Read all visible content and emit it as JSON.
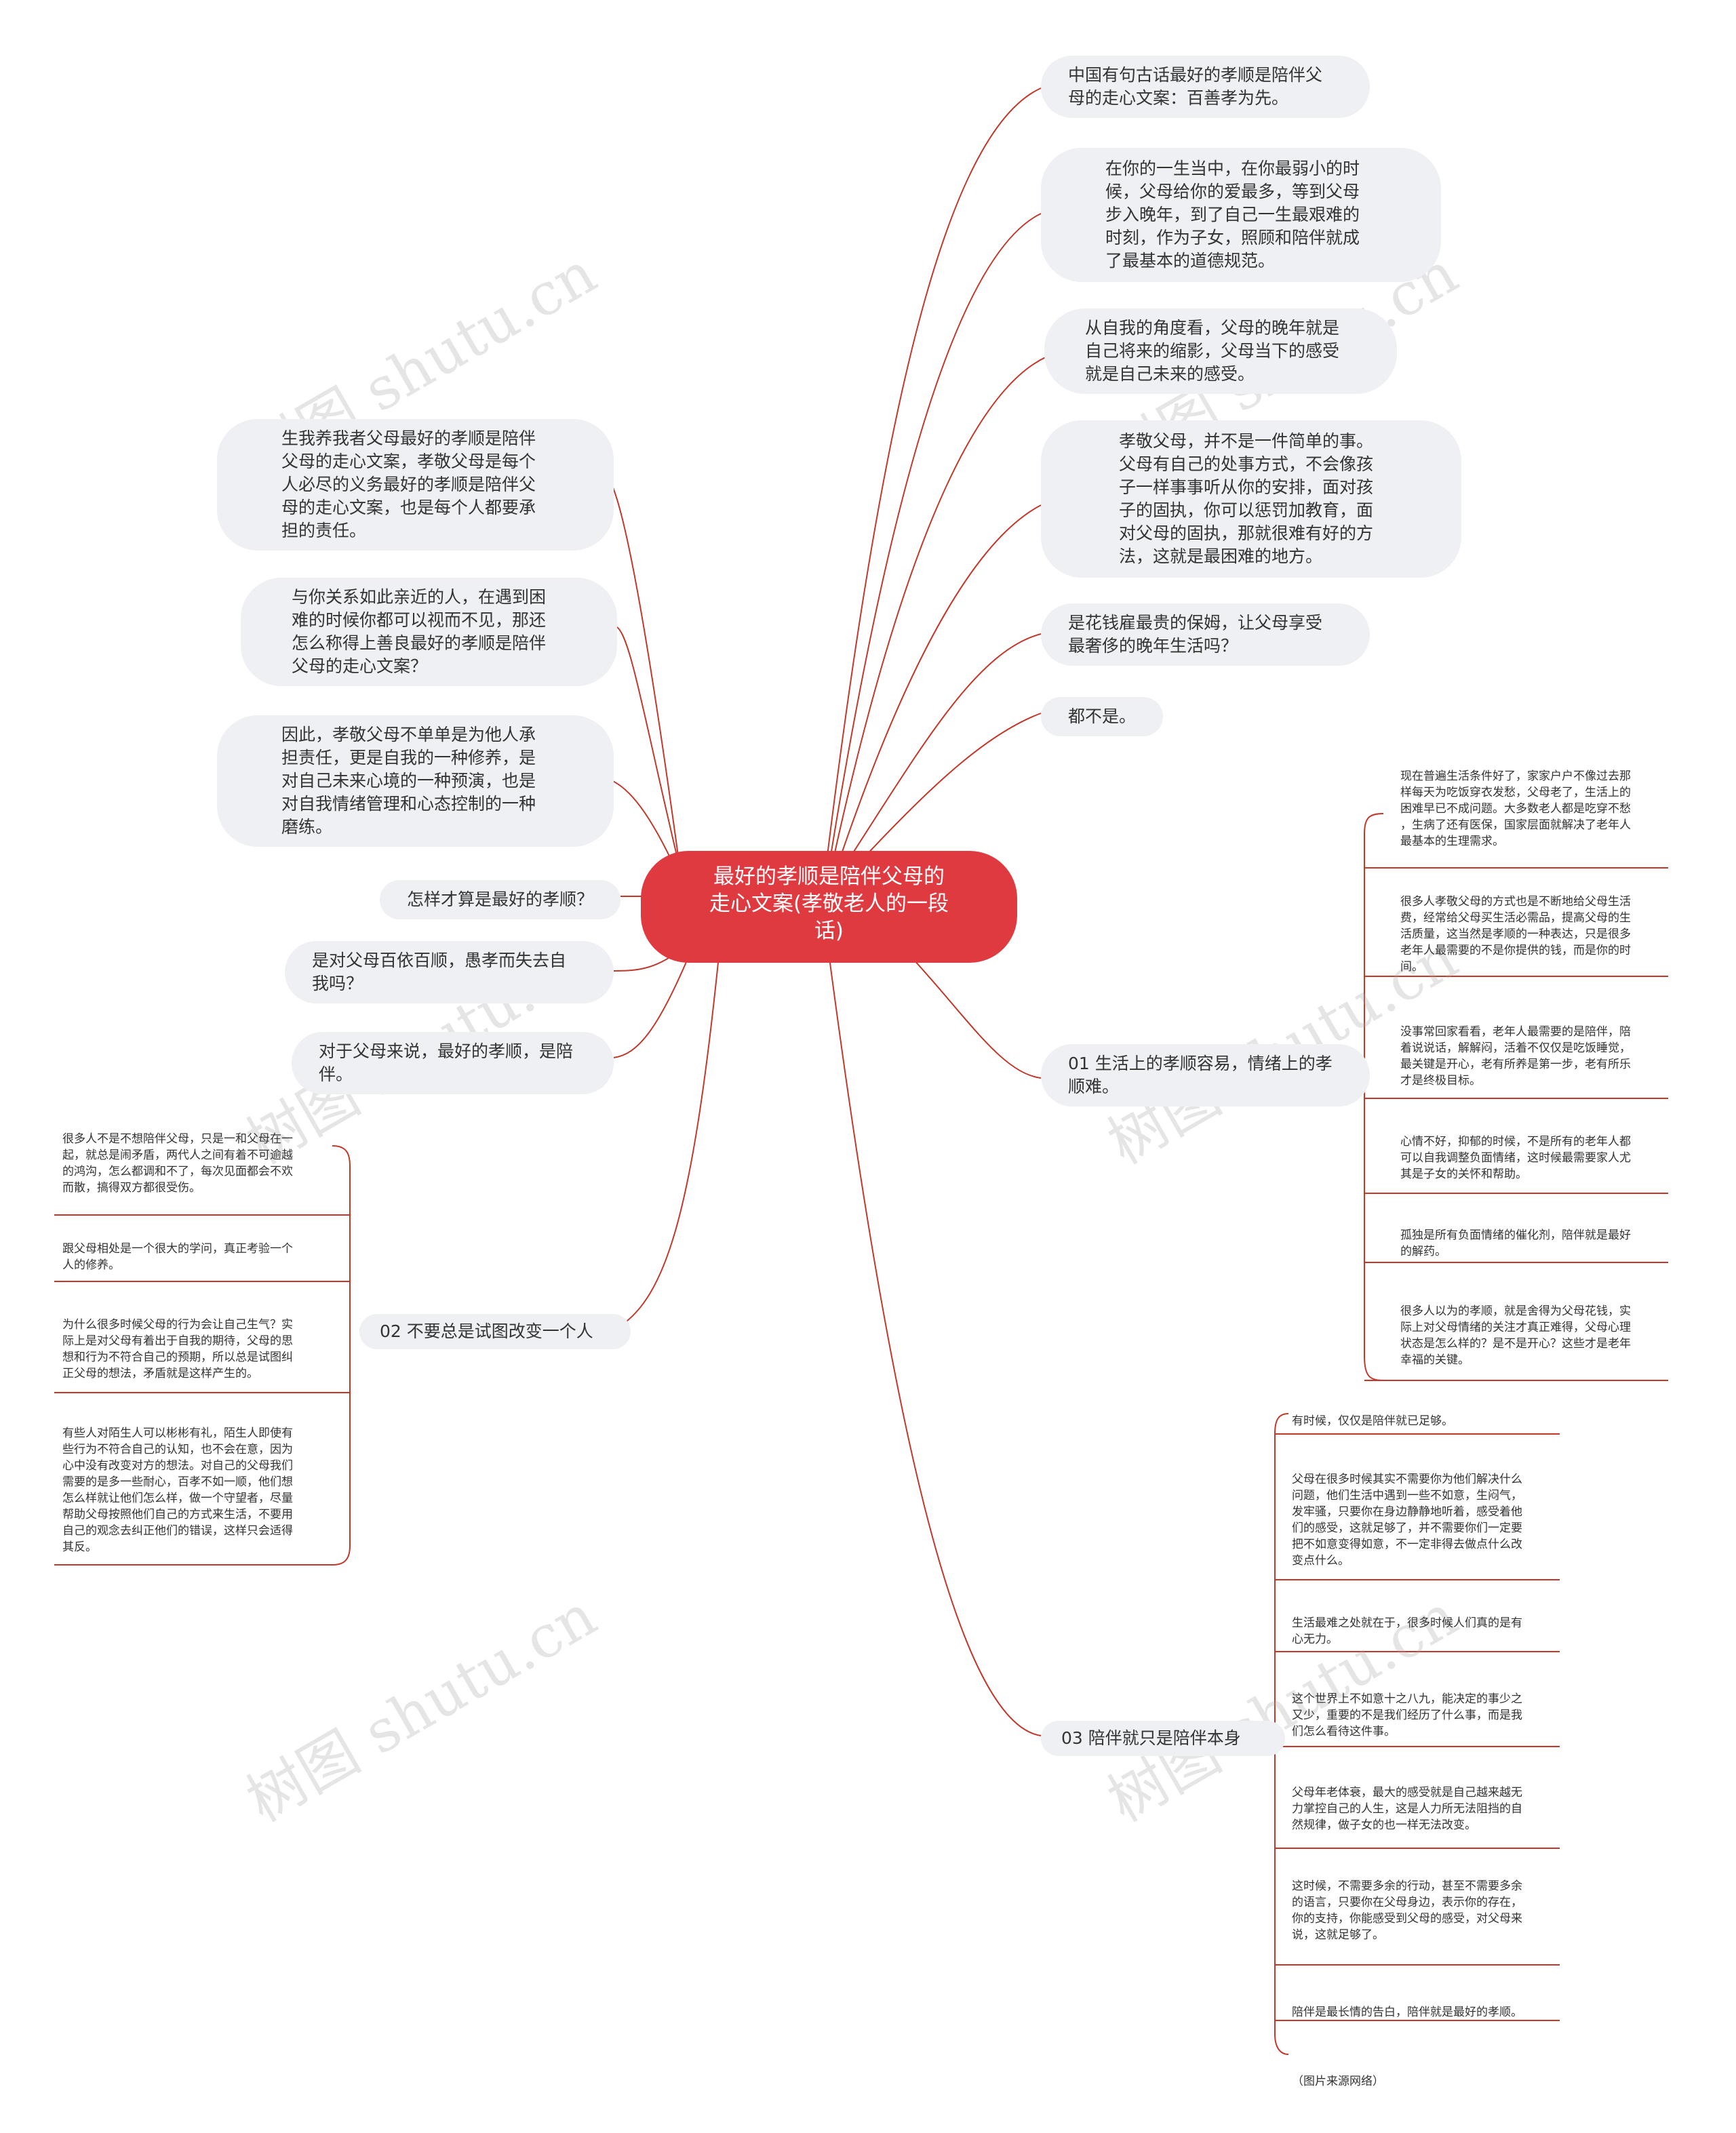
{
  "center": "最好的孝顺是陪伴父母的\n走心文案(孝敬老人的一段\n话)",
  "right_bubbles": [
    "中国有句古话最好的孝顺是陪伴父\n母的走心文案：百善孝为先。",
    "在你的一生当中，在你最弱小的时\n候，父母给你的爱最多，等到父母\n步入晚年，到了自己一生最艰难的\n时刻，作为子女，照顾和陪伴就成\n了最基本的道德规范。",
    "从自我的角度看，父母的晚年就是\n自己将来的缩影，父母当下的感受\n就是自己未来的感受。",
    "孝敬父母，并不是一件简单的事。\n父母有自己的处事方式，不会像孩\n子一样事事听从你的安排，面对孩\n子的固执，你可以惩罚加教育，面\n对父母的固执，那就很难有好的方\n法，这就是最困难的地方。",
    "是花钱雇最贵的保姆，让父母享受\n最奢侈的晚年生活吗？",
    "都不是。"
  ],
  "left_bubbles": [
    "生我养我者父母最好的孝顺是陪伴\n父母的走心文案，孝敬父母是每个\n人必尽的义务最好的孝顺是陪伴父\n母的走心文案，也是每个人都要承\n担的责任。",
    "与你关系如此亲近的人，在遇到困\n难的时候你都可以视而不见，那还\n怎么称得上善良最好的孝顺是陪伴\n父母的走心文案？",
    "因此，孝敬父母不单单是为他人承\n担责任，更是自我的一种修养，是\n对自己未来心境的一种预演，也是\n对自我情绪管理和心态控制的一种\n磨练。",
    "怎样才算是最好的孝顺？",
    "是对父母百依百顺，愚孝而失去自\n我吗？",
    "对于父母来说，最好的孝顺，是陪\n伴。"
  ],
  "section1": {
    "title": "01 生活上的孝顺容易，情绪上的孝\n顺难。",
    "items": [
      "现在普遍生活条件好了，家家户户不像过去那\n样每天为吃饭穿衣发愁，父母老了，生活上的\n困难早已不成问题。大多数老人都是吃穿不愁\n，生病了还有医保，国家层面就解决了老年人\n最基本的生理需求。",
      "很多人孝敬父母的方式也是不断地给父母生活\n费，经常给父母买生活必需品，提高父母的生\n活质量，这当然是孝顺的一种表达，只是很多\n老年人最需要的不是你提供的钱，而是你的时\n间。",
      "没事常回家看看，老年人最需要的是陪伴，陪\n着说说话，解解闷，活着不仅仅是吃饭睡觉，\n最关键是开心，老有所养是第一步，老有所乐\n才是终极目标。",
      "心情不好，抑郁的时候，不是所有的老年人都\n可以自我调整负面情绪，这时候最需要家人尤\n其是子女的关怀和帮助。",
      "孤独是所有负面情绪的催化剂，陪伴就是最好\n的解药。",
      "很多人以为的孝顺，就是舍得为父母花钱，实\n际上对父母情绪的关注才真正难得，父母心理\n状态是怎么样的？是不是开心？这些才是老年\n幸福的关键。"
    ]
  },
  "section2": {
    "title": "02 不要总是试图改变一个人",
    "items": [
      "很多人不是不想陪伴父母，只是一和父母在一\n起，就总是闹矛盾，两代人之间有着不可逾越\n的鸿沟，怎么都调和不了，每次见面都会不欢\n而散，搞得双方都很受伤。",
      "跟父母相处是一个很大的学问，真正考验一个\n人的修养。",
      "为什么很多时候父母的行为会让自己生气？实\n际上是对父母有着出于自我的期待，父母的思\n想和行为不符合自己的预期，所以总是试图纠\n正父母的想法，矛盾就是这样产生的。",
      "有些人对陌生人可以彬彬有礼，陌生人即使有\n些行为不符合自己的认知，也不会在意，因为\n心中没有改变对方的想法。对自己的父母我们\n需要的是多一些耐心，百孝不如一顺，他们想\n怎么样就让他们怎么样，做一个守望者，尽量\n帮助父母按照他们自己的方式来生活，不要用\n自己的观念去纠正他们的错误，这样只会适得\n其反。"
    ]
  },
  "section3": {
    "title": "03 陪伴就只是陪伴本身",
    "items": [
      "有时候，仅仅是陪伴就已足够。",
      "父母在很多时候其实不需要你为他们解决什么\n问题，他们生活中遇到一些不如意，生闷气，\n发牢骚，只要你在身边静静地听着，感受着他\n们的感受，这就足够了，并不需要你们一定要\n把不如意变得如意，不一定非得去做点什么改\n变点什么。",
      "生活最难之处就在于，很多时候人们真的是有\n心无力。",
      "这个世界上不如意十之八九，能决定的事少之\n又少，重要的不是我们经历了什么事，而是我\n们怎么看待这件事。",
      "父母年老体衰，最大的感受就是自己越来越无\n力掌控自己的人生，这是人力所无法阻挡的自\n然规律，做子女的也一样无法改变。",
      "这时候，不需要多余的行动，甚至不需要多余\n的语言，只要你在父母身边，表示你的存在，\n你的支持，你能感受到父母的感受，对父母来\n说，这就足够了。",
      "陪伴是最长情的告白，陪伴就是最好的孝顺。",
      "（图片来源网络）"
    ]
  },
  "watermark": "树图 shutu.cn",
  "colors": {
    "center": "#e03a41",
    "bubble": "#eef0f3",
    "line": "#c0392b"
  }
}
